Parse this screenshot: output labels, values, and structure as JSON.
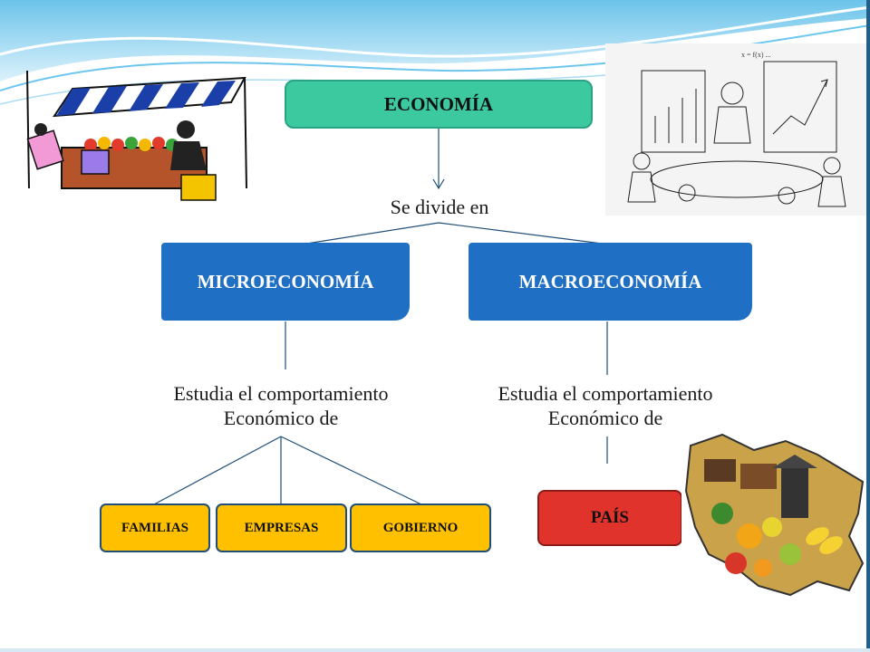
{
  "diagram": {
    "root": {
      "label": "ECONOMÍA",
      "fill": "#3cc9a0"
    },
    "divides_label": "Se divide en",
    "branches": [
      {
        "label": "MICROECONOMÍA",
        "fill": "#1f6fc5"
      },
      {
        "label": "MACROECONOMÍA",
        "fill": "#1f6fc5"
      }
    ],
    "study_label_line1": "Estudia el comportamiento",
    "study_label_line2": "Económico de",
    "micro_leaves": [
      {
        "label": "FAMILIAS",
        "fill": "#ffc000"
      },
      {
        "label": "EMPRESAS",
        "fill": "#ffc000"
      },
      {
        "label": "GOBIERNO",
        "fill": "#ffc000"
      }
    ],
    "macro_leaf": {
      "label": "PAÍS",
      "fill": "#e0332b"
    }
  },
  "theme": {
    "line_color": "#1f4e79",
    "wave_color": "#4fb3e6",
    "border_color": "#1f5f8a"
  },
  "illustrations": [
    "market-stall-illustration",
    "meeting-chart-illustration",
    "venezuela-map-illustration"
  ]
}
